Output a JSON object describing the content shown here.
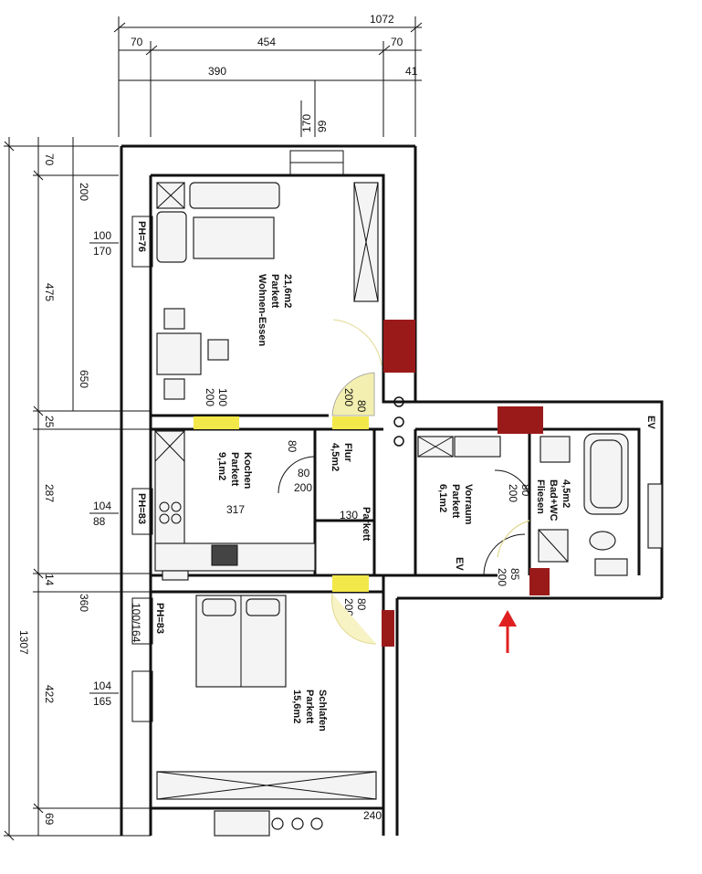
{
  "dimensions": {
    "top_total": "1072",
    "top_left": "70",
    "top_mid": "454",
    "top_right": "70",
    "inner_width": "390",
    "top_right_cut": "41",
    "window_top_a": "170",
    "window_top_b": "99",
    "left_total": "1307",
    "left_70": "70",
    "left_200": "200",
    "left_475": "475",
    "left_650": "650",
    "left_25": "25",
    "left_287": "287",
    "left_14": "14",
    "left_360": "360",
    "left_422": "422",
    "left_69": "69",
    "win_living_w": "100",
    "win_living_h": "170",
    "win_kitchen_w": "104",
    "win_kitchen_h": "88",
    "win_bed_a": "100/164",
    "win_bed_w": "104",
    "win_bed_h": "165",
    "bottom_240": "240",
    "kitchen_317": "317",
    "hall_130": "130"
  },
  "window_labels": {
    "living": "PH=76",
    "kitchen": "PH=83",
    "bedroom": "PH=83"
  },
  "door_labels": {
    "living_a": "100",
    "living_b": "200",
    "flur_a": "80",
    "flur_b": "200",
    "kitchen_a": "80",
    "kitchen_b": "80",
    "kitchen_c": "200",
    "vorraum_a": "80",
    "vorraum_b": "200",
    "entry_a": "85",
    "entry_b": "200",
    "bed_a": "80",
    "bed_b": "200",
    "ev_1": "EV",
    "ev_2": "EV"
  },
  "rooms": [
    {
      "name": "Wohnen-Essen",
      "floor": "Parkett",
      "area": "21,6m2"
    },
    {
      "name": "Kochen",
      "floor": "Parkett",
      "area": "9,1m2"
    },
    {
      "name": "Flur",
      "floor": "4,5m2",
      "area": ""
    },
    {
      "name": "Parkett",
      "floor": "",
      "area": ""
    },
    {
      "name": "Vorraum",
      "floor": "Parkett",
      "area": "6,1m2"
    },
    {
      "name": "Bad+WC",
      "floor": "Fliesen",
      "area": "4,5m2"
    },
    {
      "name": "Schlafen",
      "floor": "Parkett",
      "area": "15,6m2"
    }
  ],
  "colors": {
    "wall": "#111111",
    "door_yellow": "#f3e84a",
    "chimney_red": "#9a1a1a",
    "arrow_red": "#e02020",
    "swing_yellow": "#f3efb0"
  }
}
